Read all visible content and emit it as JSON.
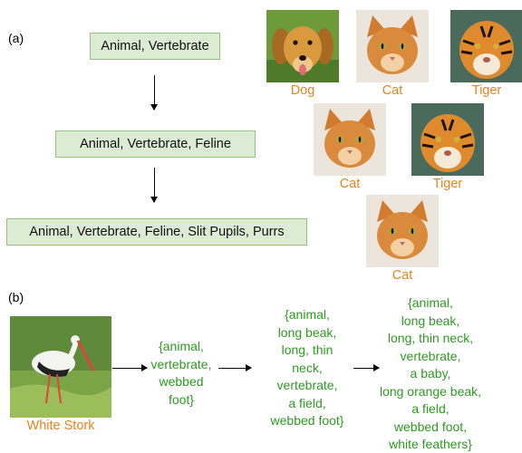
{
  "panels": {
    "a": "(a)",
    "b": "(b)"
  },
  "colors": {
    "label_orange": "#e8821e",
    "attr_green": "#2e9a22",
    "box_fill": "#dcebd3",
    "box_border": "#93c47d"
  },
  "hierarchy": [
    "Animal, Vertebrate",
    "Animal, Vertebrate, Feline",
    "Animal, Vertebrate, Feline, Slit Pupils, Purrs"
  ],
  "animals": {
    "row1": [
      "Dog",
      "Cat",
      "Tiger"
    ],
    "row2": [
      "Cat",
      "Tiger"
    ],
    "row3": [
      "Cat"
    ]
  },
  "stork": {
    "label": "White Stork",
    "attr_sets": [
      "{animal,\nvertebrate,\nwebbed\nfoot}",
      "{animal,\nlong beak,\nlong, thin\nneck,\nvertebrate,\na field,\nwebbed foot}",
      "{animal,\nlong beak,\nlong, thin neck,\nvertebrate,\na baby,\nlong orange beak,\na field,\nwebbed foot,\nwhite feathers}"
    ]
  }
}
